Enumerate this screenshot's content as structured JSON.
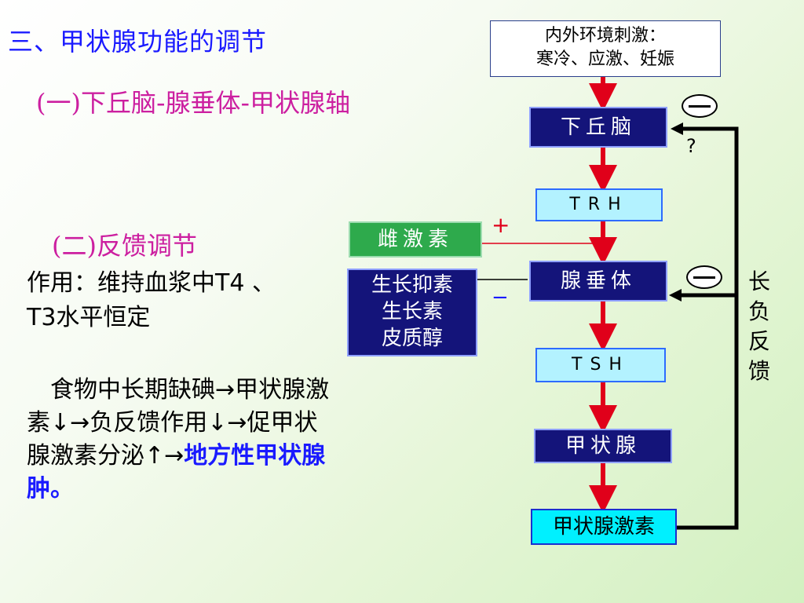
{
  "heading": {
    "title": "三、甲状腺功能的调节",
    "subtitle1_paren": "(一)",
    "subtitle1_text": "下丘脑-腺垂体-甲状腺轴",
    "subtitle2_paren": "(二)",
    "subtitle2_text": "反馈调节"
  },
  "body": {
    "line1": "作用：维持血浆中T4 、",
    "line2": "T3水平恒定",
    "para_plain": "　食物中长期缺碘→甲状腺激素↓→负反馈作用↓→促甲状腺激素分泌↑→",
    "para_emph": "地方性甲状腺肿。"
  },
  "diagram": {
    "stimulus_line1": "内外环境刺激：",
    "stimulus_line2": "寒冷、应激、妊娠",
    "hypothalamus": "下丘脑",
    "trh": "TRH",
    "pituitary": "腺垂体",
    "tsh": "TSH",
    "thyroid": "甲状腺",
    "thyroid_hormone": "甲状腺激素",
    "estrogen": "雌激素",
    "inhibitors": [
      "生长抑素",
      "生长素",
      "皮质醇"
    ],
    "plus_sign": "+",
    "minus_sign": "−",
    "question": "?",
    "feedback_label": [
      "长",
      "负",
      "反",
      "馈"
    ]
  },
  "colors": {
    "title_blue": "#1a1aff",
    "subtitle_magenta": "#cc1fa0",
    "navy_box": "#14147a",
    "cyan_box": "#b3f2ff",
    "green_box": "#2eaa4c",
    "arrow_red": "#e0001a"
  }
}
